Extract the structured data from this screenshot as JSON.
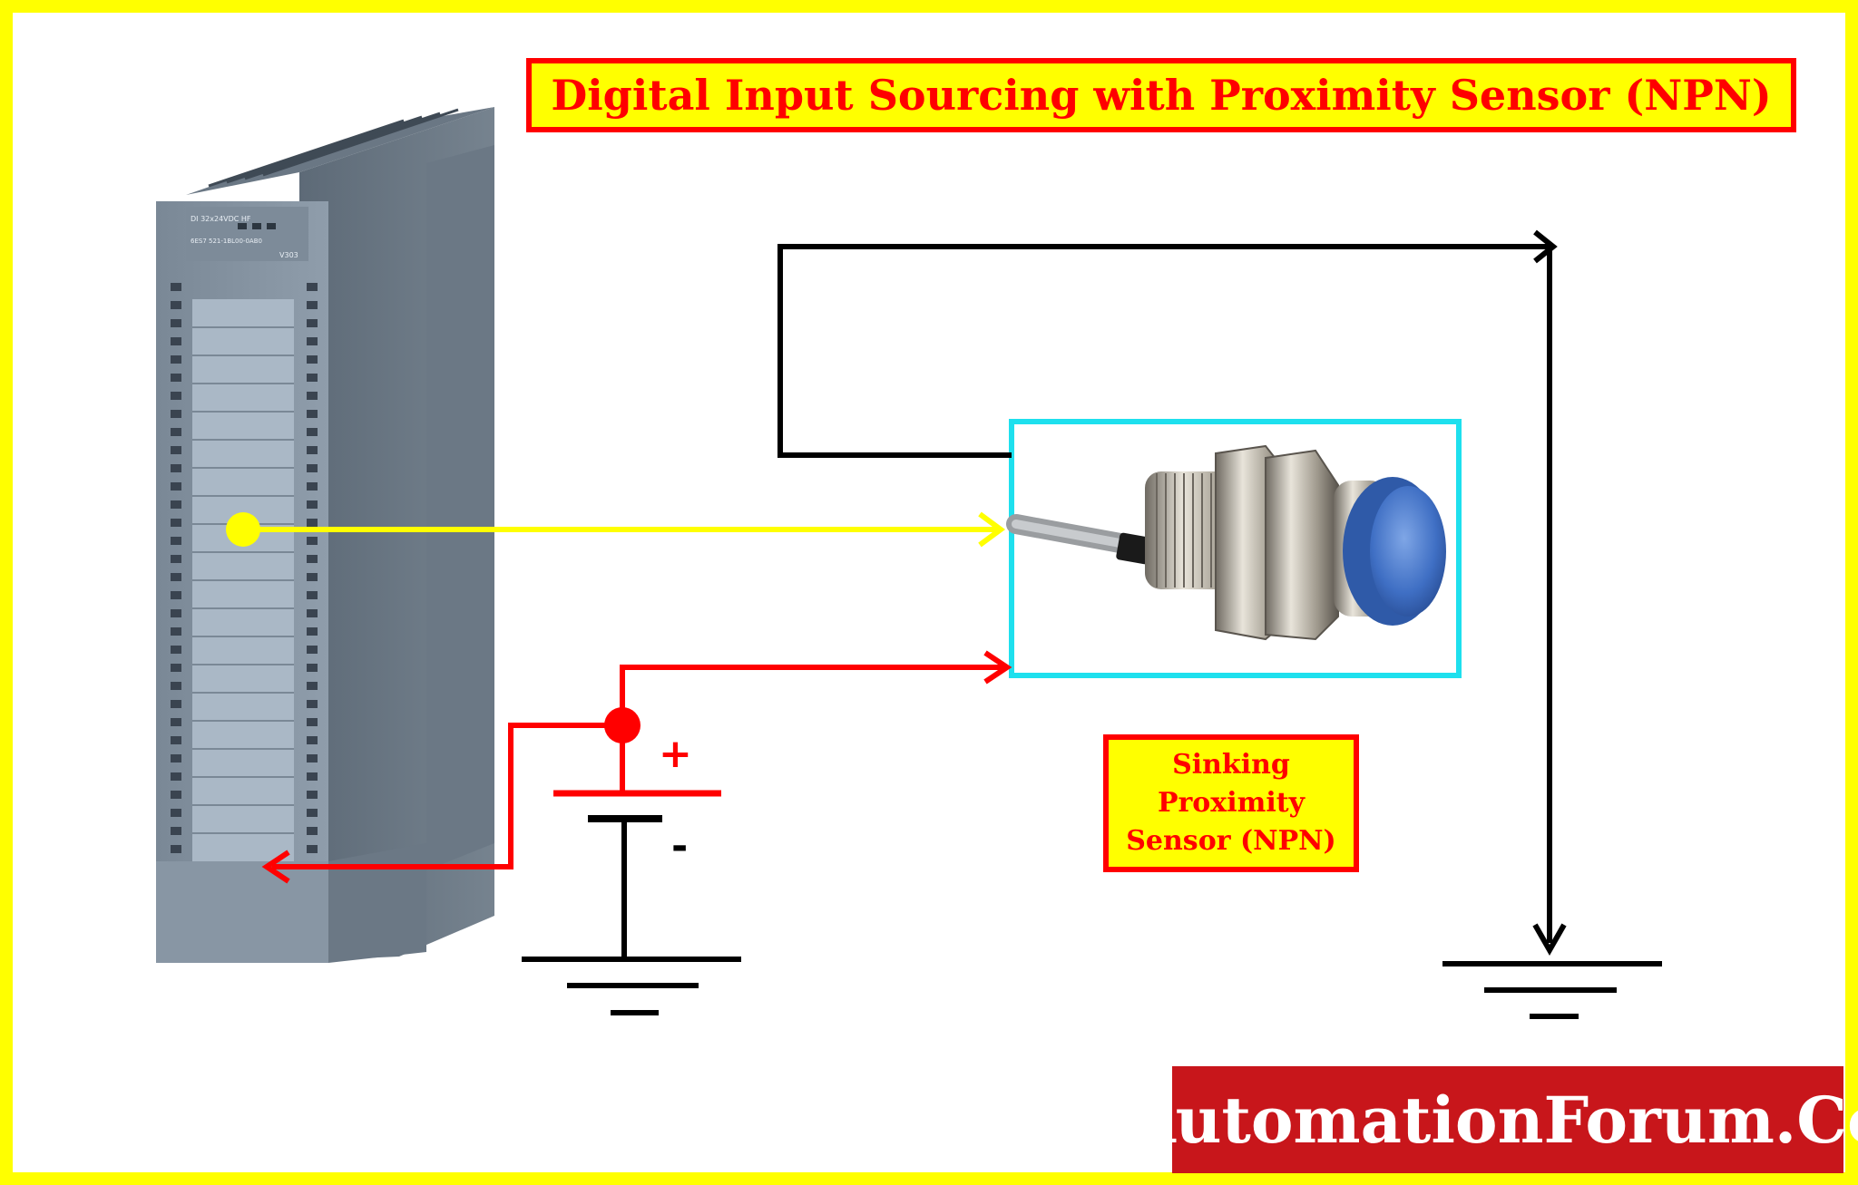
{
  "title": "Digital Input Sourcing with Proximity Sensor (NPN)",
  "sensor_label": "Sinking\nProximity\nSensor (NPN)",
  "battery": {
    "plus": "+",
    "minus": "-"
  },
  "brand": "AutomationForum.Co",
  "module_label": "DI 32x24VDC HF",
  "module_code": "6ES7 521-1BL00-0AB0",
  "module_tag": "V303",
  "colors": {
    "frame": "#ffff00",
    "title_text": "#ff0000",
    "signal_wire": "#ffff00",
    "supply_wire": "#ff0000",
    "ground_wire": "#000000",
    "sensor_border": "#1ee0ee",
    "brand_bg": "#c8161b"
  }
}
